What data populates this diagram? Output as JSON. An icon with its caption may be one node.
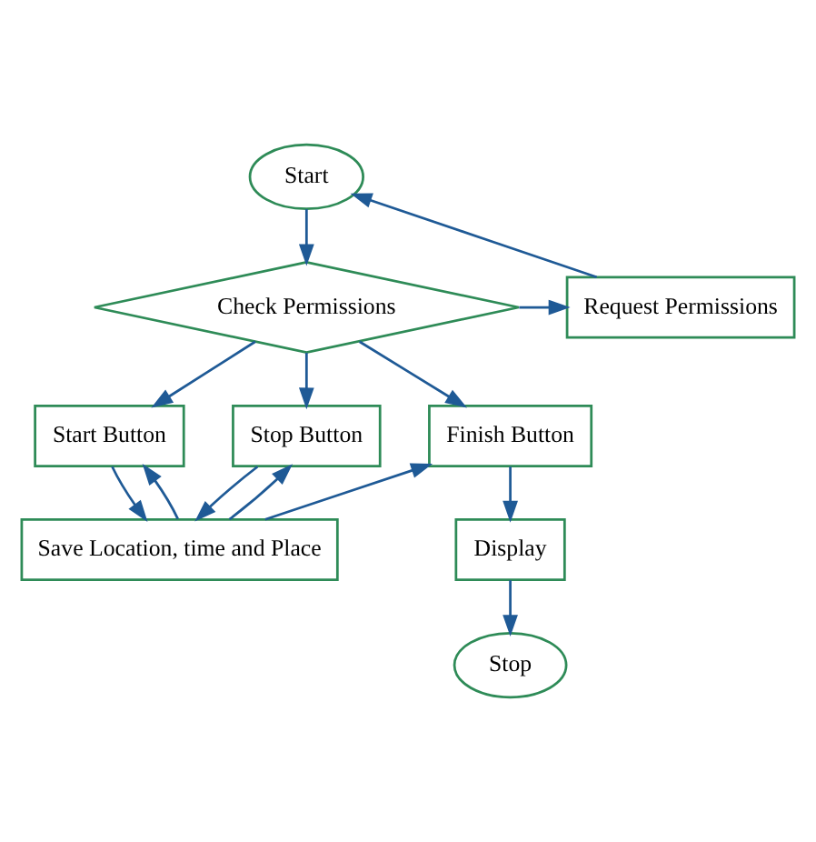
{
  "diagram": {
    "nodes": [
      {
        "text": [
          "Start"
        ]
      },
      {
        "text": [
          "Check Permissions"
        ]
      },
      {
        "text": [
          "Request Permissions"
        ]
      },
      {
        "text": [
          "Start Button"
        ]
      },
      {
        "text": [
          "Stop Button"
        ]
      },
      {
        "text": [
          "Finish Button"
        ]
      },
      {
        "text": [
          "Save Location, time and Place"
        ]
      },
      {
        "text": [
          "Display"
        ]
      },
      {
        "text": [
          "Stop"
        ]
      }
    ],
    "edges": [
      {
        "from": 0,
        "to": 1,
        "arrow": "to"
      },
      {
        "from": 1,
        "to": 2,
        "arrow": "to"
      },
      {
        "from": 2,
        "to": 0,
        "arrow": "to"
      },
      {
        "from": 1,
        "to": 3,
        "arrow": "to"
      },
      {
        "from": 1,
        "to": 4,
        "arrow": "to"
      },
      {
        "from": 1,
        "to": 5,
        "arrow": "to"
      },
      {
        "from": 3,
        "to": 6,
        "arrow": "to"
      },
      {
        "from": 4,
        "to": 6,
        "arrow": "to"
      },
      {
        "from": 6,
        "to": 3,
        "arrow": "to"
      },
      {
        "from": 6,
        "to": 4,
        "arrow": "to"
      },
      {
        "from": 6,
        "to": 5,
        "arrow": "to"
      },
      {
        "from": 5,
        "to": 7,
        "arrow": "to"
      },
      {
        "from": 7,
        "to": 8,
        "arrow": "to"
      }
    ]
  }
}
